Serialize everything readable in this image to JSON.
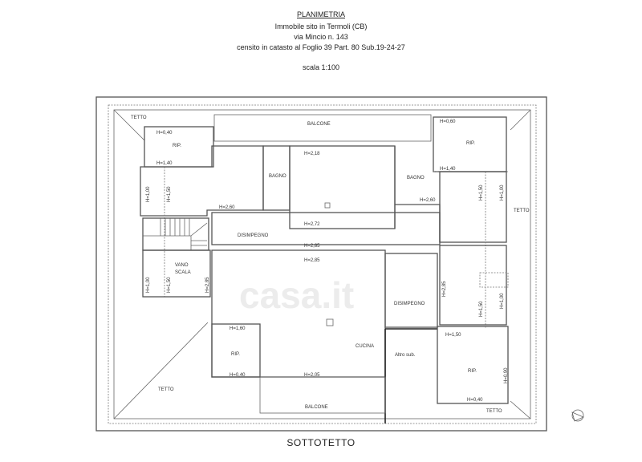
{
  "header": {
    "title": "PLANIMETRIA",
    "line1": "Immobile sito in Termoli (CB)",
    "line2": "via Mincio n. 143",
    "line3": "censito in catasto al Foglio 39 Part. 80 Sub.19-24-27",
    "scale": "scala 1:100"
  },
  "rooms": {
    "tetto": "TETTO",
    "balcone": "BALCONE",
    "rip": "RIP.",
    "bagno": "BAGNO",
    "disimpegno": "DISIMPEGNO",
    "vano": "VANO",
    "scala": "SCALA",
    "cucina": "CUCINA",
    "altro_sub": "Altro sub."
  },
  "heights": {
    "h040": "H=0,40",
    "h140": "H=1,40",
    "h060": "H=0,60",
    "h100": "H=1,00",
    "h150": "H=1,50",
    "h218": "H=2,18",
    "h260": "H=2,60",
    "h272": "H=2,72",
    "h285": "H=2,85",
    "h205": "H=2,05",
    "h160": "H=1,60",
    "h090": "H=0,90"
  },
  "watermark": "casa.it",
  "footer": "SOTTOTETTO"
}
